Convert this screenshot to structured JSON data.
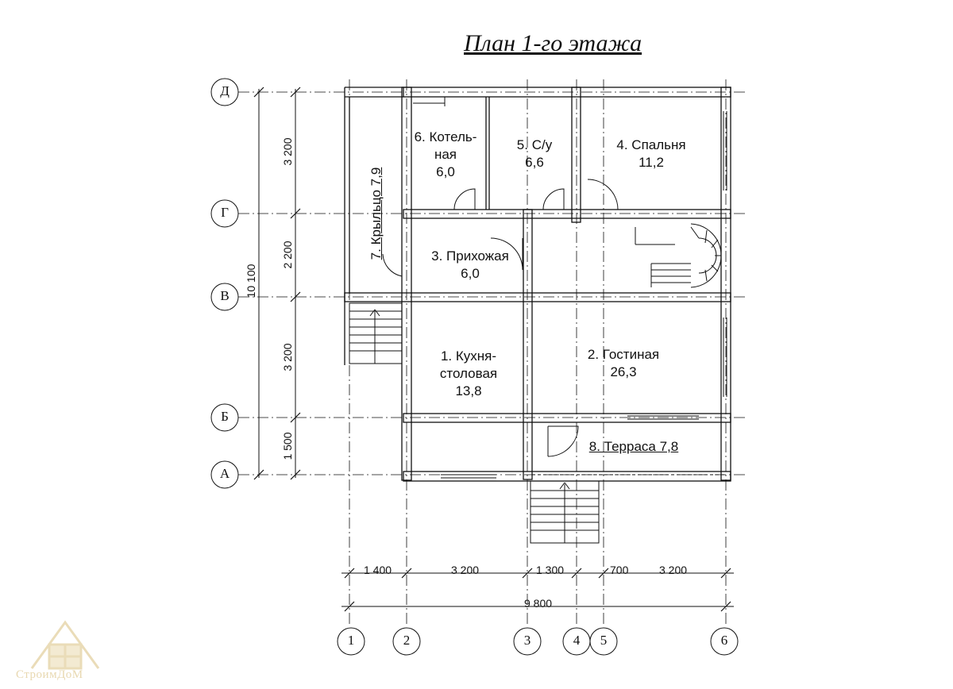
{
  "title": "План 1-го этажа",
  "rooms": {
    "r6_line1": "6. Котель-",
    "r6_line2": "ная",
    "r6_area": "6,0",
    "r5_line1": "5. С/у",
    "r5_area": "6,6",
    "r4_line1": "4. Спальня",
    "r4_area": "11,2",
    "r7": "7. Крыльцо 7,9",
    "r3_line1": "3. Прихожая",
    "r3_area": "6,0",
    "r1_line1": "1. Кухня-",
    "r1_line2": "столовая",
    "r1_area": "13,8",
    "r2_line1": "2. Гостиная",
    "r2_area": "26,3",
    "r8": "8. Терраса 7,8"
  },
  "row_axes": [
    "Д",
    "Г",
    "В",
    "Б",
    "А"
  ],
  "col_axes": [
    "1",
    "2",
    "3",
    "4",
    "5",
    "6"
  ],
  "vertical_dims": [
    "3 200",
    "2 200",
    "3 200",
    "1 500"
  ],
  "vertical_total": "10 100",
  "horizontal_dims": [
    "1 400",
    "3 200",
    "1 300",
    "700",
    "3 200"
  ],
  "horizontal_total": "9 800",
  "logo_text": "СтроимДоМ",
  "colors": {
    "line": "#111111",
    "logo": "#eadcb8"
  }
}
